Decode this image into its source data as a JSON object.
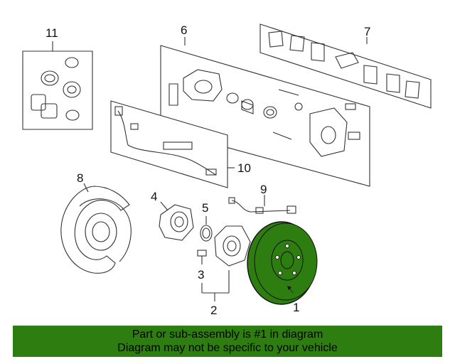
{
  "callouts": [
    "1",
    "2",
    "3",
    "4",
    "5",
    "6",
    "7",
    "8",
    "9",
    "10",
    "11"
  ],
  "colors": {
    "highlight": "#2e7d10",
    "line": "#333333"
  },
  "banner": {
    "line1": "Part or sub-assembly is #1 in diagram",
    "line2": "Diagram may not be specific to your vehicle"
  }
}
